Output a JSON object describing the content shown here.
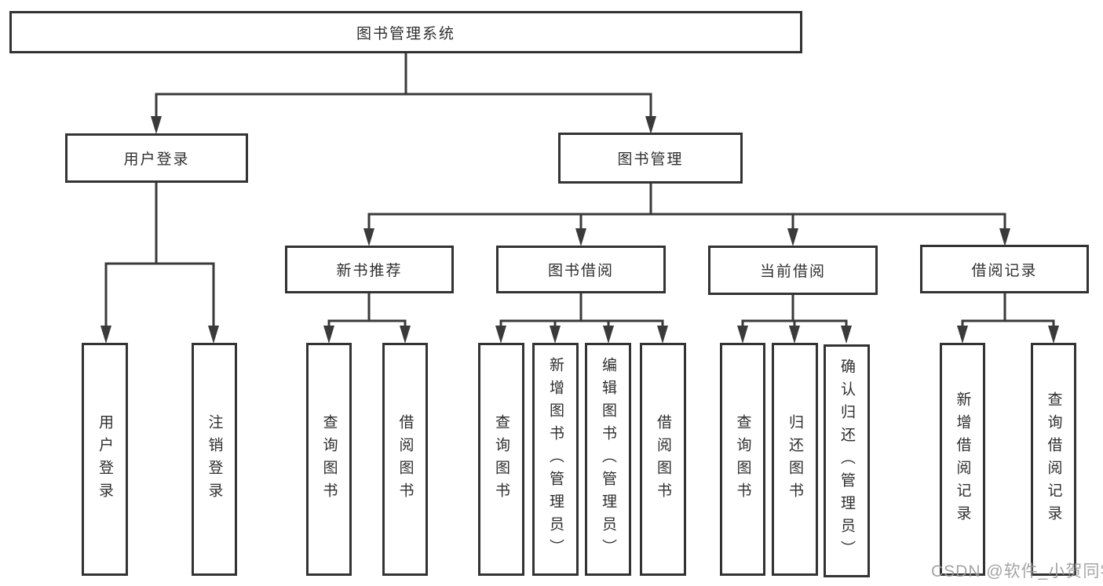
{
  "diagram": {
    "root": {
      "label": "图书管理系统"
    },
    "branches": [
      {
        "label": "用户登录",
        "children": [
          {
            "label": "用户登录"
          },
          {
            "label": "注销登录"
          }
        ]
      },
      {
        "label": "图书管理",
        "children": [
          {
            "label": "新书推荐",
            "children": [
              {
                "label": "查询图书"
              },
              {
                "label": "借阅图书"
              }
            ]
          },
          {
            "label": "图书借阅",
            "children": [
              {
                "label": "查询图书"
              },
              {
                "label": "新增图书（管理员）"
              },
              {
                "label": "编辑图书（管理员）"
              },
              {
                "label": "借阅图书"
              }
            ]
          },
          {
            "label": "当前借阅",
            "children": [
              {
                "label": "查询图书"
              },
              {
                "label": "归还图书"
              },
              {
                "label": "确认归还（管理员）"
              }
            ]
          },
          {
            "label": "借阅记录",
            "children": [
              {
                "label": "新增借阅记录"
              },
              {
                "label": "查询借阅记录"
              }
            ]
          }
        ]
      }
    ]
  },
  "watermark": {
    "text": "CSDN @软件_小贺同学"
  },
  "colors": {
    "line": "#3a3a3a",
    "box_border": "#333333",
    "text": "#2f2f2f",
    "watermark": "#9b9b9b",
    "background": "#ffffff"
  }
}
